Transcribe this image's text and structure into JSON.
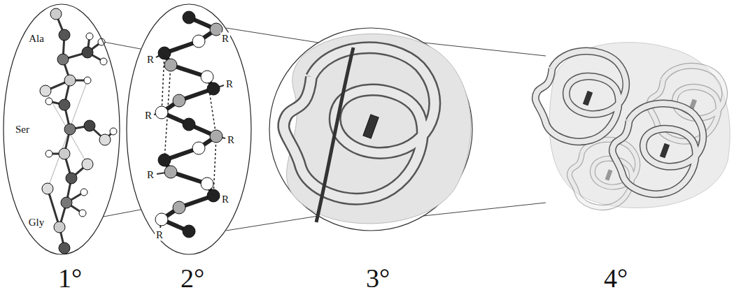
{
  "diagram": {
    "nodes": [
      {
        "text": [
          "Ala",
          "Ser",
          "Gly"
        ]
      },
      {
        "text": [
          "R",
          "R",
          "R",
          "R",
          "R",
          "R",
          "R",
          "R"
        ]
      }
    ],
    "labels": [
      "1°",
      "2°",
      "3°",
      "4°"
    ]
  }
}
